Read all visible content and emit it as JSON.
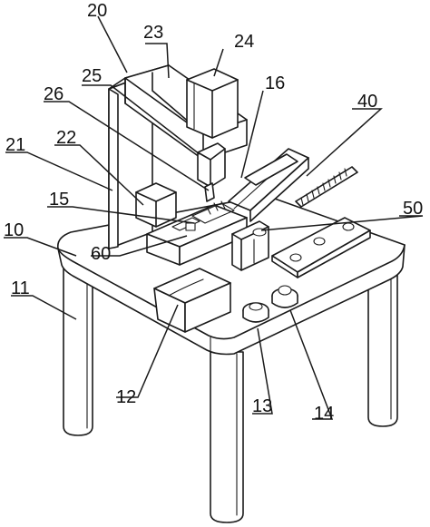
{
  "labels": [
    {
      "id": "20",
      "text": "20"
    },
    {
      "id": "23",
      "text": "23"
    },
    {
      "id": "24",
      "text": "24"
    },
    {
      "id": "25",
      "text": "25"
    },
    {
      "id": "16",
      "text": "16"
    },
    {
      "id": "26",
      "text": "26"
    },
    {
      "id": "40",
      "text": "40"
    },
    {
      "id": "21",
      "text": "21"
    },
    {
      "id": "22",
      "text": "22"
    },
    {
      "id": "50",
      "text": "50"
    },
    {
      "id": "15",
      "text": "15"
    },
    {
      "id": "10",
      "text": "10"
    },
    {
      "id": "60",
      "text": "60"
    },
    {
      "id": "11",
      "text": "11"
    },
    {
      "id": "12",
      "text": "12"
    },
    {
      "id": "13",
      "text": "13"
    },
    {
      "id": "14",
      "text": "14"
    }
  ]
}
